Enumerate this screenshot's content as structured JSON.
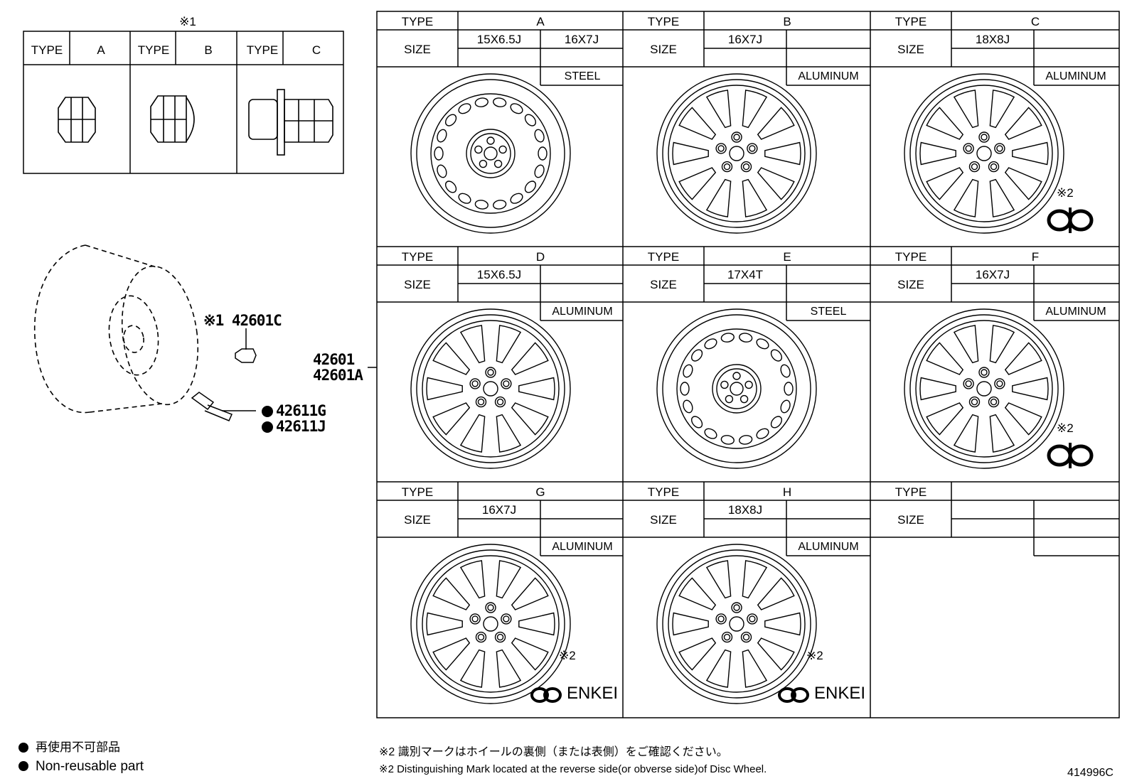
{
  "nuts": {
    "note_mark": "※1",
    "type_label": "TYPE",
    "types": [
      "A",
      "B",
      "C"
    ]
  },
  "callouts": {
    "lug_nut": "※1 42601C",
    "valve_1": "42611G",
    "valve_2": "42611J",
    "wheel_1": "42601",
    "wheel_2": "42601A"
  },
  "wheels": {
    "type_label": "TYPE",
    "size_label": "SIZE",
    "note2_mark": "※2",
    "enkei_text": "ENKEI",
    "cells": [
      {
        "type": "A",
        "sizes": [
          "15X6.5J",
          "16X7J"
        ],
        "material": "STEEL"
      },
      {
        "type": "B",
        "sizes": [
          "16X7J",
          ""
        ],
        "material": "ALUMINUM"
      },
      {
        "type": "C",
        "sizes": [
          "18X8J",
          ""
        ],
        "material": "ALUMINUM"
      },
      {
        "type": "D",
        "sizes": [
          "15X6.5J",
          ""
        ],
        "material": "ALUMINUM"
      },
      {
        "type": "E",
        "sizes": [
          "17X4T",
          ""
        ],
        "material": "STEEL"
      },
      {
        "type": "F",
        "sizes": [
          "16X7J",
          ""
        ],
        "material": "ALUMINUM"
      },
      {
        "type": "G",
        "sizes": [
          "16X7J",
          ""
        ],
        "material": "ALUMINUM"
      },
      {
        "type": "H",
        "sizes": [
          "18X8J",
          ""
        ],
        "material": "ALUMINUM"
      },
      {
        "type": "",
        "sizes": [
          "",
          ""
        ],
        "material": ""
      }
    ]
  },
  "legend": {
    "jp": "再使用不可部品",
    "en": "Non-reusable part"
  },
  "footnote": {
    "jp": "※2 識別マークはホイールの裏側（または表側）をご確認ください。",
    "en": "※2 Distinguishing Mark located at the reverse side(or obverse side)of Disc Wheel."
  },
  "drawing_number": "414996C"
}
